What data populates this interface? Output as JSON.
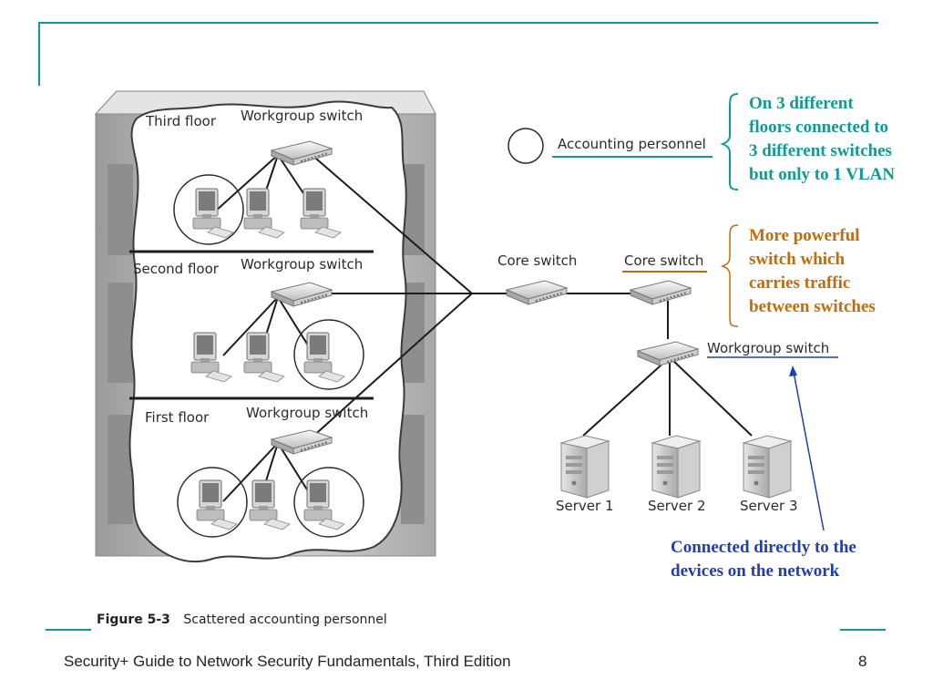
{
  "floors": {
    "third": "Third floor",
    "second": "Second floor",
    "first": "First floor"
  },
  "switches": {
    "workgroup_third": "Workgroup switch",
    "workgroup_second": "Workgroup switch",
    "workgroup_first": "Workgroup switch",
    "core_left": "Core switch",
    "core_right": "Core switch",
    "workgroup_servers": "Workgroup switch"
  },
  "servers": [
    "Server 1",
    "Server 2",
    "Server 3"
  ],
  "legend": {
    "accounting": "Accounting personnel"
  },
  "notes": {
    "vlan": [
      "On 3 different",
      "floors connected to",
      "3 different switches",
      "but only to 1 VLAN"
    ],
    "core": [
      "More powerful",
      "switch which",
      "carries traffic",
      "between switches"
    ],
    "workgroup": [
      "Connected directly to the",
      "devices on the network"
    ]
  },
  "figure": {
    "number": "Figure 5-3",
    "caption": "Scattered accounting personnel"
  },
  "footer": {
    "title": "Security+ Guide to Network Security Fundamentals, Third Edition",
    "page": "8"
  },
  "colors": {
    "teal": "#0f9a94",
    "orange": "#c46a06",
    "blue": "#1f3fb0"
  },
  "icons": [
    "computer-icon",
    "switch-icon",
    "server-icon",
    "circle-marker-icon"
  ]
}
